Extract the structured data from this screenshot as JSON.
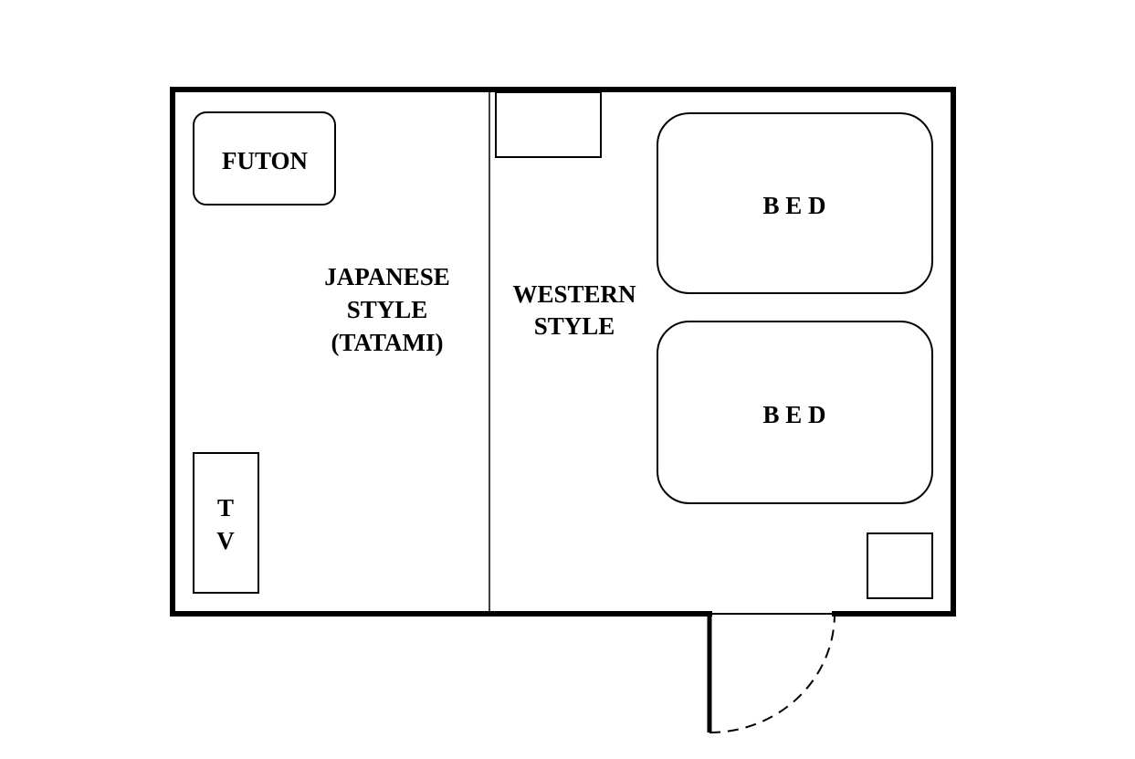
{
  "colors": {
    "stroke": "#000000",
    "background": "#ffffff",
    "text": "#000000"
  },
  "rooms": {
    "japanese": {
      "lines": [
        "JAPANESE",
        "STYLE",
        "(TATAMI)"
      ]
    },
    "western": {
      "lines": [
        "WESTERN",
        "STYLE"
      ]
    }
  },
  "furniture": {
    "futon": "FUTON",
    "tv": [
      "T",
      "V"
    ],
    "bed_top": "B E D",
    "bed_bottom": "B E D"
  }
}
